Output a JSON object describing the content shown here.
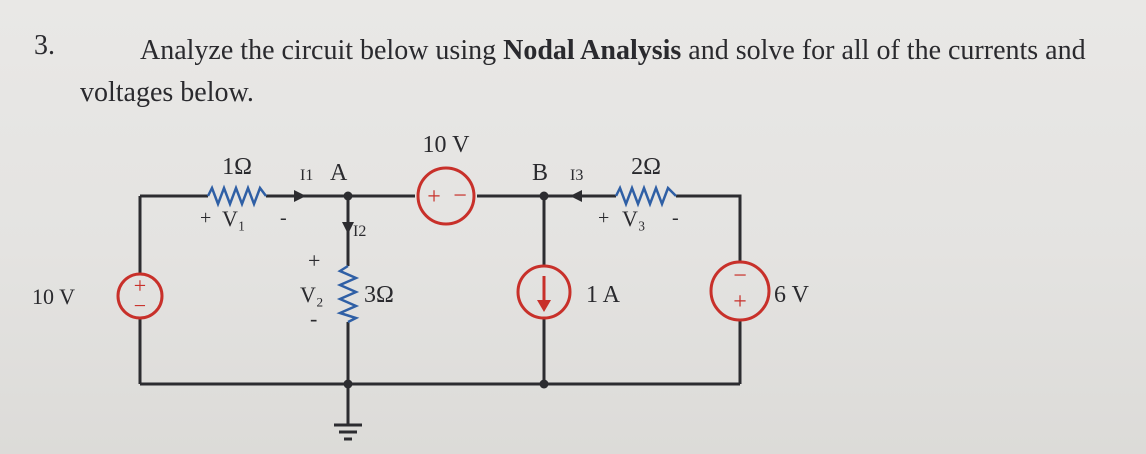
{
  "question": {
    "number": "3.",
    "text_before": "Analyze the circuit below using ",
    "text_bold": "Nodal Analysis",
    "text_after": " and solve for all of the currents and voltages below."
  },
  "circuit": {
    "source_left": {
      "label": "10 V",
      "top_sign": "+",
      "bottom_sign": "−"
    },
    "r1": {
      "value": "1Ω",
      "v_plus": "+",
      "v_label": "V₁",
      "v_minus": "-"
    },
    "current_i1": "I1",
    "unit_a": "A",
    "source_top": {
      "label": "10 V",
      "left_sign": "+",
      "right_sign": "−"
    },
    "node_b": "B",
    "current_i3": "I3",
    "r2": {
      "value": "2Ω",
      "v_plus": "+",
      "v_label": "V₃",
      "v_minus": "-"
    },
    "current_i2": "I2",
    "r3": {
      "value": "3Ω",
      "v_plus": "+",
      "v_label": "V₂",
      "v_minus": "-"
    },
    "current_source": {
      "label": "1 A"
    },
    "source_right": {
      "label": "6 V",
      "top_sign": "−",
      "bottom_sign": "+"
    }
  },
  "colors": {
    "wire": "#2c2c30",
    "component": "#c8302a",
    "resistor": "#2f5fa5"
  }
}
